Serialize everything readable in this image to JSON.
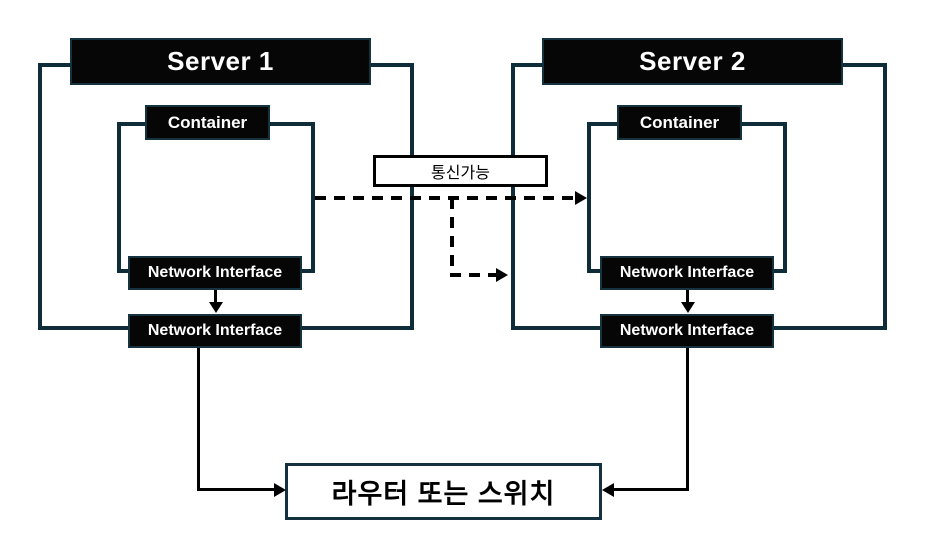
{
  "servers": [
    {
      "title": "Server 1",
      "container_label": "Container",
      "container_nic_label": "Network Interface",
      "host_nic_label": "Network Interface"
    },
    {
      "title": "Server 2",
      "container_label": "Container",
      "container_nic_label": "Network Interface",
      "host_nic_label": "Network Interface"
    }
  ],
  "link": {
    "label": "통신가능"
  },
  "router": {
    "label": "라우터 또는 스위치"
  },
  "colors": {
    "frame-border": "#0f2c39",
    "label-bg": "#060606",
    "label-border": "#15323f",
    "label-text": "#ffffff",
    "comm-border": "#000000",
    "router-border": "#14313f",
    "line": "#000000"
  }
}
